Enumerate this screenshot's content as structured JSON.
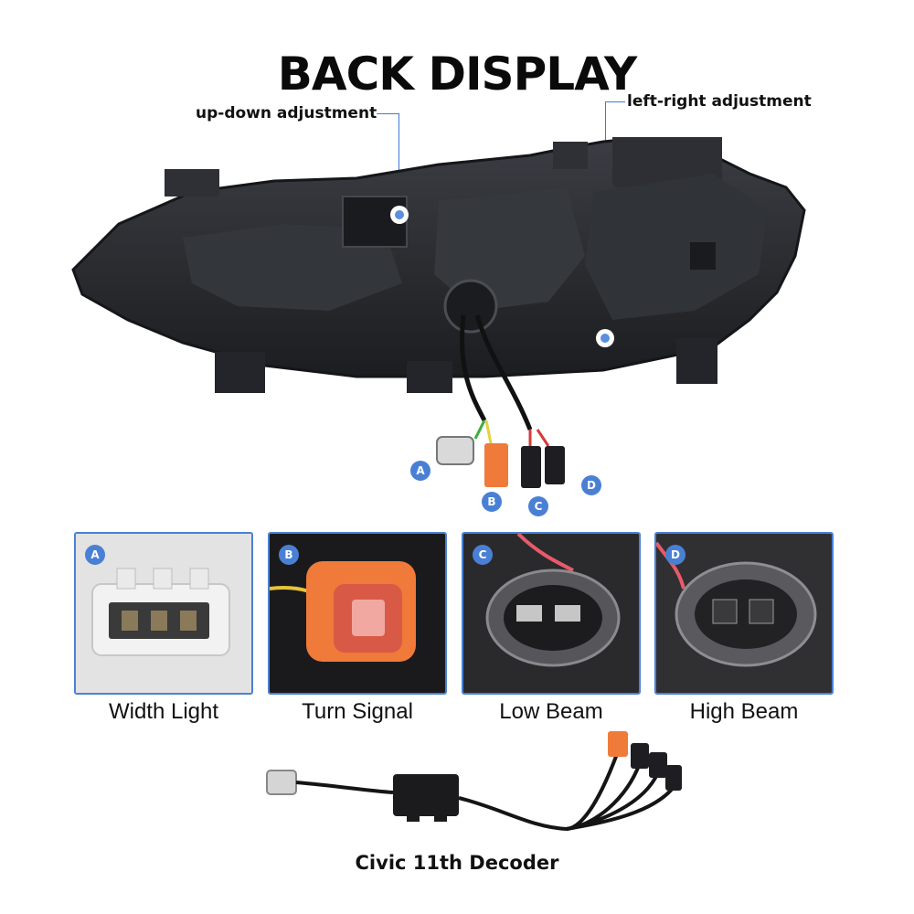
{
  "title": "BACK DISPLAY",
  "callouts": {
    "up_down": "up-down adjustment",
    "left_right": "left-right adjustment"
  },
  "connectors": [
    {
      "letter": "A",
      "name": "Width Light"
    },
    {
      "letter": "B",
      "name": "Turn Signal"
    },
    {
      "letter": "C",
      "name": "Low Beam"
    },
    {
      "letter": "D",
      "name": "High Beam"
    }
  ],
  "decoder_caption": "Civic 11th Decoder",
  "colors": {
    "accent": "#4a80d4",
    "orange_connector": "#ef7a3a",
    "housing": "#2a2c30"
  }
}
